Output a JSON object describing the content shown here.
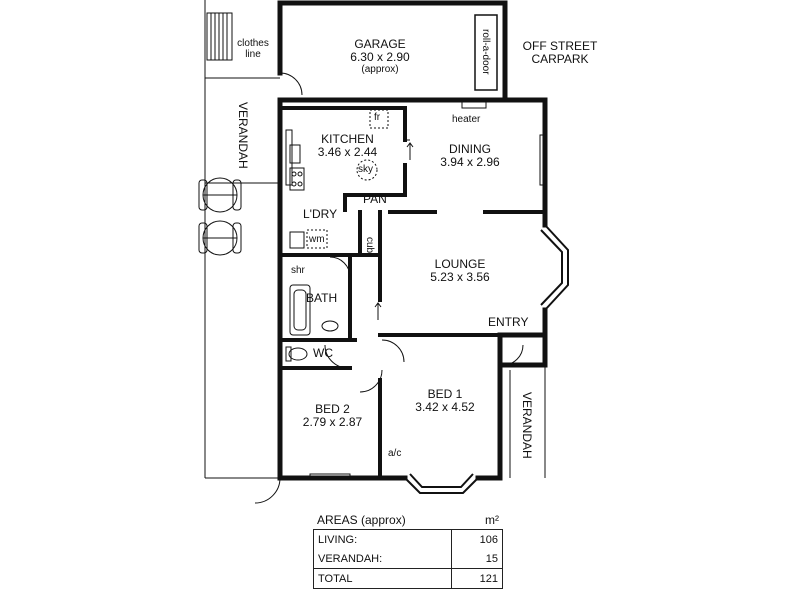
{
  "rooms": {
    "garage": {
      "name": "GARAGE",
      "dims": "6.30 x 2.90",
      "note": "(approx)"
    },
    "kitchen": {
      "name": "KITCHEN",
      "dims": "3.46 x 2.44"
    },
    "dining": {
      "name": "DINING",
      "dims": "3.94 x 2.96"
    },
    "lounge": {
      "name": "LOUNGE",
      "dims": "5.23 x 3.56"
    },
    "bed1": {
      "name": "BED 1",
      "dims": "3.42 x 4.52"
    },
    "bed2": {
      "name": "BED 2",
      "dims": "2.79 x 2.87"
    },
    "laundry": {
      "name": "L'DRY"
    },
    "pantry": {
      "name": "PAN"
    },
    "bath": {
      "name": "BATH"
    },
    "wc": {
      "name": "WC"
    },
    "shower": {
      "name": "shr"
    },
    "entry": {
      "name": "ENTRY"
    }
  },
  "fixtures": {
    "roller_door": "roll-a-door",
    "heater": "heater",
    "fridge": "fr",
    "skylight": "sky",
    "washing_machine": "wm",
    "cupboard": "cub",
    "aircon": "a/c",
    "clothes_line": "clothes line"
  },
  "outdoor": {
    "verandah_west": "VERANDAH",
    "verandah_east": "VERANDAH",
    "carpark": "OFF STREET CARPARK"
  },
  "areas": {
    "title": "AREAS (approx)",
    "unit": "m²",
    "rows": [
      {
        "label": "LIVING:",
        "value": "106"
      },
      {
        "label": "VERANDAH:",
        "value": "15"
      }
    ],
    "total": {
      "label": "TOTAL",
      "value": "121"
    }
  }
}
